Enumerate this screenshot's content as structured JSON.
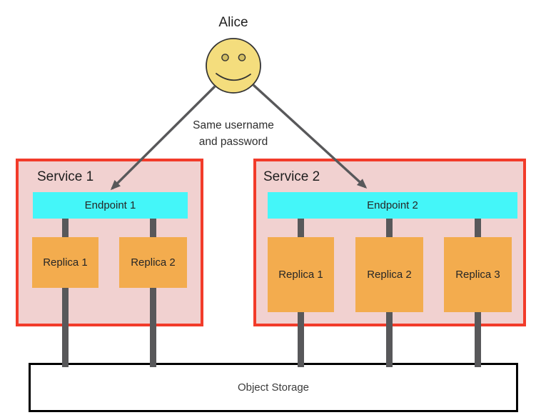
{
  "actor": {
    "name": "Alice"
  },
  "annotation": {
    "line1": "Same username",
    "line2": "and password"
  },
  "services": [
    {
      "title": "Service 1",
      "endpoint_label": "Endpoint 1",
      "replicas": [
        "Replica 1",
        "Replica 2"
      ]
    },
    {
      "title": "Service 2",
      "endpoint_label": "Endpoint 2",
      "replicas": [
        "Replica 1",
        "Replica 2",
        "Replica 3"
      ]
    }
  ],
  "storage": {
    "label": "Object Storage"
  },
  "colors": {
    "service_fill": "#F1D1D0",
    "service_border": "#F23B2A",
    "endpoint_fill": "#44F6F9",
    "replica_fill": "#F3AC4E",
    "connector": "#58585A",
    "storage_border": "#000000",
    "face_fill": "#F4DD7D",
    "eye_fill": "#D2BE62",
    "face_stroke": "#333333"
  }
}
